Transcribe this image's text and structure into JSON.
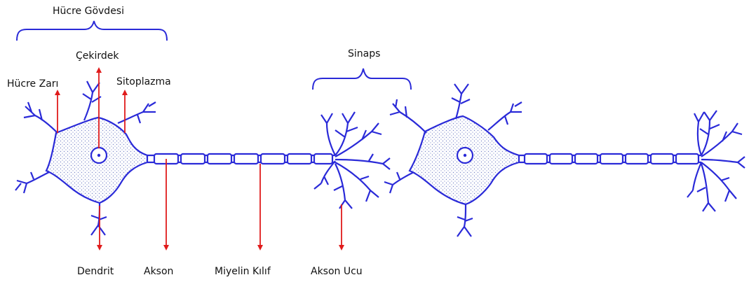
{
  "labels": {
    "cell_body": "Hücre Gövdesi",
    "nucleus": "Çekirdek",
    "cell_membrane": "Hücre Zarı",
    "cytoplasm": "Sitoplazma",
    "synapse": "Sinaps",
    "dendrite": "Dendrit",
    "axon": "Akson",
    "myelin_sheath": "Miyelin Kılıf",
    "axon_terminal": "Akson Ucu"
  },
  "colors": {
    "neuron": "#2a2ad8",
    "pointer": "#e01b1b",
    "cytoplasm_dots": "#7a86c8"
  }
}
